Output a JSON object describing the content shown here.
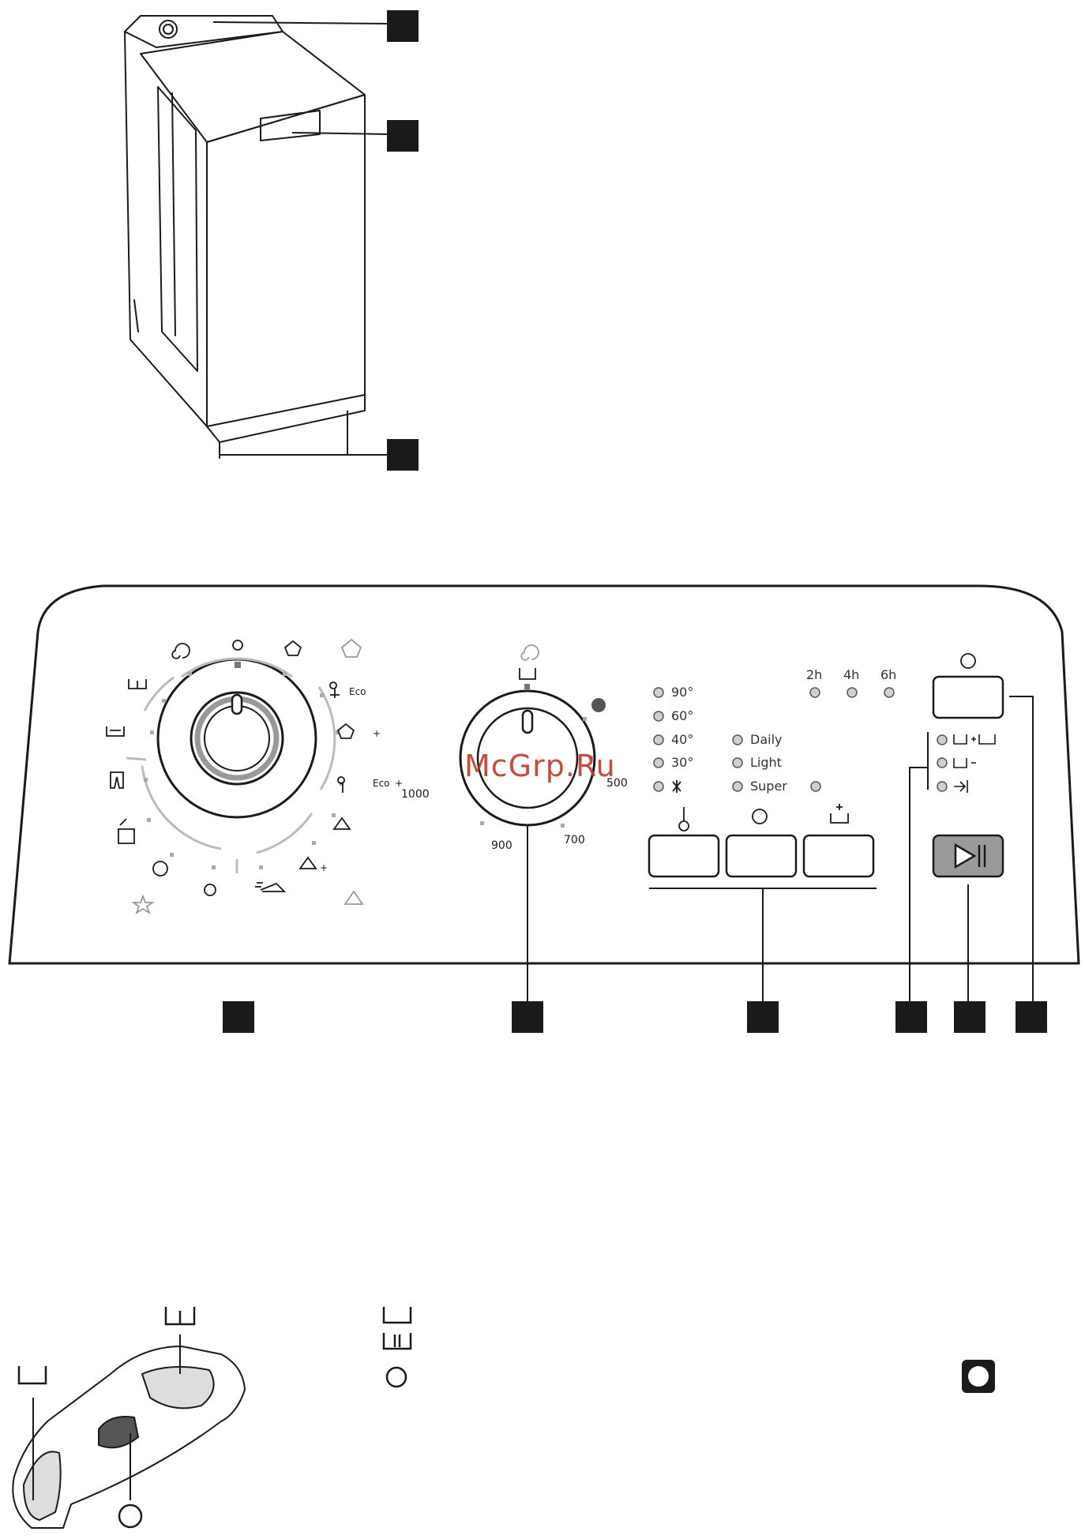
{
  "colors": {
    "ink": "#1a1a1a",
    "grey_line": "#bbbbbb",
    "mid_grey": "#999999",
    "watermark": "#c0392b",
    "led_fill": "#cfcfcf",
    "start_button_fill": "#9a9a9a"
  },
  "watermark": "McGrp.Ru",
  "speed_dial": {
    "labels": [
      "1000",
      "500",
      "900",
      "700"
    ]
  },
  "temperature_options": [
    "90°",
    "60°",
    "40°",
    "30°"
  ],
  "prewash_options": [
    "Daily",
    "Light",
    "Super"
  ],
  "delay_hours": [
    "2h",
    "4h",
    "6h"
  ],
  "program_labels": {
    "eco_1": "Eco",
    "eco_2": "Eco",
    "plus_1": "+",
    "plus_2": "+",
    "plus_3": "+"
  },
  "icons": {
    "program_dial": [
      "spin-icon",
      "off-icon",
      "cotton-icon",
      "cotton-light-icon",
      "eco-icon",
      "cotton-prewash-icon",
      "eco-prewash-icon",
      "synthetics-icon",
      "synthetics-prewash-icon",
      "synthetics-light-icon",
      "easy-iron-icon",
      "delicates-icon",
      "wool-icon",
      "star-icon",
      "handwash-icon",
      "jeans-icon",
      "rinse-icon",
      "drain-icon"
    ],
    "panel_buttons": [
      "temperature-icon",
      "time-saving-icon",
      "extra-rinse-icon",
      "delay-start-icon",
      "start-pause-icon"
    ],
    "dispenser": [
      "prewash-compartment-icon",
      "main-wash-compartment-icon",
      "softener-icon"
    ]
  }
}
